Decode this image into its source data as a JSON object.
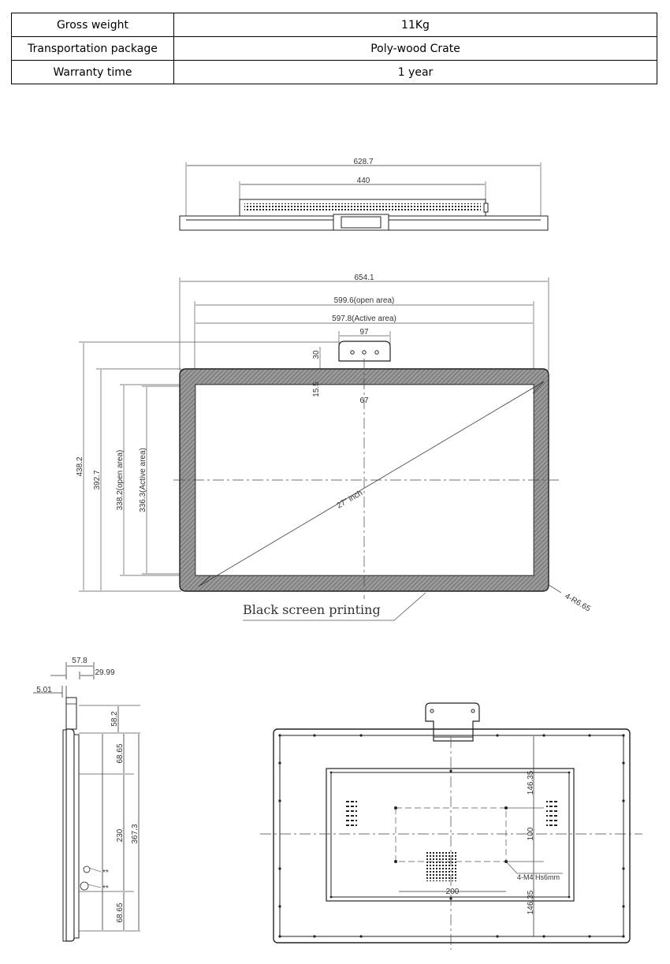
{
  "specs": [
    {
      "label": "Gross weight",
      "value": "11Kg"
    },
    {
      "label": "Transportation package",
      "value": "Poly-wood Crate"
    },
    {
      "label": "Warranty time",
      "value": "1 year"
    }
  ],
  "top_view": {
    "overall_width": "628.7",
    "box_width": "440"
  },
  "front_view": {
    "overall_width": "654.1",
    "open_area_width": "599.6(open area)",
    "active_area_width": "597.8(Active area)",
    "bracket_width": "97",
    "bracket_height": "30",
    "bracket_offset": "15.5",
    "bracket_inner": "67",
    "overall_height": "438.2",
    "body_height": "392.7",
    "open_area_height": "338.2(open area)",
    "active_area_height": "336.3(Active area)",
    "diagonal": "27\" inch",
    "corner_radius": "4-R6.65",
    "print_note": "Black screen printing"
  },
  "side_view": {
    "depth_total": "57.8",
    "depth_rear": "29.99",
    "bezel_depth": "5.01",
    "top_offset": "58.2",
    "upper_gap": "68.65",
    "mid_span": "230",
    "lower_gap": "68.65",
    "full_span": "367.3",
    "port_label_1": "**",
    "port_label_2": "**"
  },
  "rear_view": {
    "upper_gap": "146.35",
    "vesa_vertical": "100",
    "lower_gap": "146.35",
    "vesa_horizontal": "200",
    "mount_holes": "4-M4 Hs6mm"
  }
}
